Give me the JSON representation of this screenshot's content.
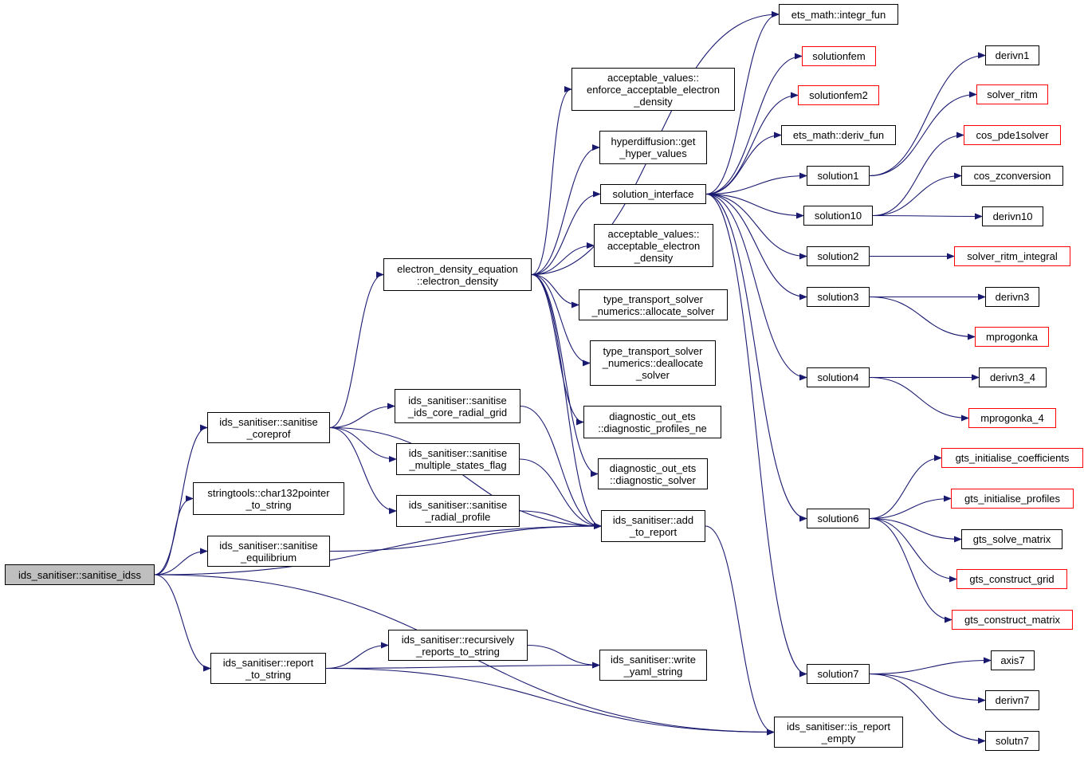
{
  "colors": {
    "edge": "#191970",
    "normal_border": "#000000",
    "incomplete_border": "#ff0000",
    "root_fill": "#bfbfbf"
  },
  "nodes": [
    {
      "id": "sanitise_idss",
      "lines": [
        "ids_sanitiser::sanitise_idss"
      ],
      "style": "root"
    },
    {
      "id": "sanitise_coreprof",
      "lines": [
        "ids_sanitiser::sanitise",
        "_coreprof"
      ],
      "style": "normal"
    },
    {
      "id": "char132pointer",
      "lines": [
        "stringtools::char132pointer",
        "_to_string"
      ],
      "style": "normal"
    },
    {
      "id": "sanitise_equilibrium",
      "lines": [
        "ids_sanitiser::sanitise",
        "_equilibrium"
      ],
      "style": "normal"
    },
    {
      "id": "report_to_string",
      "lines": [
        "ids_sanitiser::report",
        "_to_string"
      ],
      "style": "normal"
    },
    {
      "id": "electron_density",
      "lines": [
        "electron_density_equation",
        "::electron_density"
      ],
      "style": "normal"
    },
    {
      "id": "core_radial_grid",
      "lines": [
        "ids_sanitiser::sanitise",
        "_ids_core_radial_grid"
      ],
      "style": "normal"
    },
    {
      "id": "multiple_states",
      "lines": [
        "ids_sanitiser::sanitise",
        "_multiple_states_flag"
      ],
      "style": "normal"
    },
    {
      "id": "radial_profile",
      "lines": [
        "ids_sanitiser::sanitise",
        "_radial_profile"
      ],
      "style": "normal"
    },
    {
      "id": "recursively",
      "lines": [
        "ids_sanitiser::recursively",
        "_reports_to_string"
      ],
      "style": "normal"
    },
    {
      "id": "enforce_acceptable",
      "lines": [
        "acceptable_values::",
        "enforce_acceptable_electron",
        "_density"
      ],
      "style": "normal"
    },
    {
      "id": "hyper_values",
      "lines": [
        "hyperdiffusion::get",
        "_hyper_values"
      ],
      "style": "normal"
    },
    {
      "id": "solution_interface",
      "lines": [
        "solution_interface"
      ],
      "style": "normal"
    },
    {
      "id": "acceptable_electron",
      "lines": [
        "acceptable_values::",
        "acceptable_electron",
        "_density"
      ],
      "style": "normal"
    },
    {
      "id": "allocate_solver",
      "lines": [
        "type_transport_solver",
        "_numerics::allocate_solver"
      ],
      "style": "normal"
    },
    {
      "id": "deallocate_solver",
      "lines": [
        "type_transport_solver",
        "_numerics::deallocate",
        "_solver"
      ],
      "style": "normal"
    },
    {
      "id": "diag_profiles_ne",
      "lines": [
        "diagnostic_out_ets",
        "::diagnostic_profiles_ne"
      ],
      "style": "normal"
    },
    {
      "id": "diag_solver",
      "lines": [
        "diagnostic_out_ets",
        "::diagnostic_solver"
      ],
      "style": "normal"
    },
    {
      "id": "add_to_report",
      "lines": [
        "ids_sanitiser::add",
        "_to_report"
      ],
      "style": "normal"
    },
    {
      "id": "write_yaml",
      "lines": [
        "ids_sanitiser::write",
        "_yaml_string"
      ],
      "style": "normal"
    },
    {
      "id": "integr_fun",
      "lines": [
        "ets_math::integr_fun"
      ],
      "style": "normal"
    },
    {
      "id": "solutionfem",
      "lines": [
        "solutionfem"
      ],
      "style": "incomplete"
    },
    {
      "id": "solutionfem2",
      "lines": [
        "solutionfem2"
      ],
      "style": "incomplete"
    },
    {
      "id": "deriv_fun",
      "lines": [
        "ets_math::deriv_fun"
      ],
      "style": "normal"
    },
    {
      "id": "solution1",
      "lines": [
        "solution1"
      ],
      "style": "normal"
    },
    {
      "id": "solution10",
      "lines": [
        "solution10"
      ],
      "style": "normal"
    },
    {
      "id": "solution2",
      "lines": [
        "solution2"
      ],
      "style": "normal"
    },
    {
      "id": "solution3",
      "lines": [
        "solution3"
      ],
      "style": "normal"
    },
    {
      "id": "solution4",
      "lines": [
        "solution4"
      ],
      "style": "normal"
    },
    {
      "id": "solution6",
      "lines": [
        "solution6"
      ],
      "style": "normal"
    },
    {
      "id": "solution7",
      "lines": [
        "solution7"
      ],
      "style": "normal"
    },
    {
      "id": "is_report_empty",
      "lines": [
        "ids_sanitiser::is_report",
        "_empty"
      ],
      "style": "normal"
    },
    {
      "id": "derivn1",
      "lines": [
        "derivn1"
      ],
      "style": "normal"
    },
    {
      "id": "solver_ritm",
      "lines": [
        "solver_ritm"
      ],
      "style": "incomplete"
    },
    {
      "id": "cos_pde1solver",
      "lines": [
        "cos_pde1solver"
      ],
      "style": "incomplete"
    },
    {
      "id": "cos_zconversion",
      "lines": [
        "cos_zconversion"
      ],
      "style": "normal"
    },
    {
      "id": "derivn10",
      "lines": [
        "derivn10"
      ],
      "style": "normal"
    },
    {
      "id": "solver_ritm_integral",
      "lines": [
        "solver_ritm_integral"
      ],
      "style": "incomplete"
    },
    {
      "id": "derivn3",
      "lines": [
        "derivn3"
      ],
      "style": "normal"
    },
    {
      "id": "mprogonka",
      "lines": [
        "mprogonka"
      ],
      "style": "incomplete"
    },
    {
      "id": "derivn3_4",
      "lines": [
        "derivn3_4"
      ],
      "style": "normal"
    },
    {
      "id": "mprogonka_4",
      "lines": [
        "mprogonka_4"
      ],
      "style": "incomplete"
    },
    {
      "id": "gts_init_coeff",
      "lines": [
        "gts_initialise_coefficients"
      ],
      "style": "incomplete"
    },
    {
      "id": "gts_init_profiles",
      "lines": [
        "gts_initialise_profiles"
      ],
      "style": "incomplete"
    },
    {
      "id": "gts_solve_matrix",
      "lines": [
        "gts_solve_matrix"
      ],
      "style": "normal"
    },
    {
      "id": "gts_construct_grid",
      "lines": [
        "gts_construct_grid"
      ],
      "style": "incomplete"
    },
    {
      "id": "gts_construct_matrix",
      "lines": [
        "gts_construct_matrix"
      ],
      "style": "incomplete"
    },
    {
      "id": "axis7",
      "lines": [
        "axis7"
      ],
      "style": "normal"
    },
    {
      "id": "derivn7",
      "lines": [
        "derivn7"
      ],
      "style": "normal"
    },
    {
      "id": "solutn7",
      "lines": [
        "solutn7"
      ],
      "style": "normal"
    }
  ],
  "edges": [
    [
      "sanitise_idss",
      "sanitise_coreprof"
    ],
    [
      "sanitise_idss",
      "char132pointer"
    ],
    [
      "sanitise_idss",
      "sanitise_equilibrium"
    ],
    [
      "sanitise_idss",
      "add_to_report"
    ],
    [
      "sanitise_idss",
      "report_to_string"
    ],
    [
      "sanitise_idss",
      "is_report_empty"
    ],
    [
      "sanitise_coreprof",
      "electron_density"
    ],
    [
      "sanitise_coreprof",
      "core_radial_grid"
    ],
    [
      "sanitise_coreprof",
      "multiple_states"
    ],
    [
      "sanitise_coreprof",
      "radial_profile"
    ],
    [
      "sanitise_coreprof",
      "add_to_report"
    ],
    [
      "sanitise_equilibrium",
      "add_to_report"
    ],
    [
      "core_radial_grid",
      "add_to_report"
    ],
    [
      "multiple_states",
      "add_to_report"
    ],
    [
      "radial_profile",
      "add_to_report"
    ],
    [
      "report_to_string",
      "recursively"
    ],
    [
      "report_to_string",
      "write_yaml"
    ],
    [
      "report_to_string",
      "is_report_empty"
    ],
    [
      "recursively",
      "write_yaml"
    ],
    [
      "add_to_report",
      "is_report_empty"
    ],
    [
      "electron_density",
      "integr_fun"
    ],
    [
      "electron_density",
      "enforce_acceptable"
    ],
    [
      "electron_density",
      "hyper_values"
    ],
    [
      "electron_density",
      "solution_interface"
    ],
    [
      "electron_density",
      "acceptable_electron"
    ],
    [
      "electron_density",
      "allocate_solver"
    ],
    [
      "electron_density",
      "deallocate_solver"
    ],
    [
      "electron_density",
      "diag_profiles_ne"
    ],
    [
      "electron_density",
      "diag_solver"
    ],
    [
      "electron_density",
      "add_to_report"
    ],
    [
      "solution_interface",
      "integr_fun"
    ],
    [
      "solution_interface",
      "solutionfem"
    ],
    [
      "solution_interface",
      "solutionfem2"
    ],
    [
      "solution_interface",
      "deriv_fun"
    ],
    [
      "solution_interface",
      "solution1"
    ],
    [
      "solution_interface",
      "solution10"
    ],
    [
      "solution_interface",
      "solution2"
    ],
    [
      "solution_interface",
      "solution3"
    ],
    [
      "solution_interface",
      "solution4"
    ],
    [
      "solution_interface",
      "solution6"
    ],
    [
      "solution_interface",
      "solution7"
    ],
    [
      "solution1",
      "derivn1"
    ],
    [
      "solution1",
      "solver_ritm"
    ],
    [
      "solution10",
      "cos_pde1solver"
    ],
    [
      "solution10",
      "cos_zconversion"
    ],
    [
      "solution10",
      "derivn10"
    ],
    [
      "solution2",
      "solver_ritm_integral"
    ],
    [
      "solution3",
      "derivn3"
    ],
    [
      "solution3",
      "mprogonka"
    ],
    [
      "solution4",
      "derivn3_4"
    ],
    [
      "solution4",
      "mprogonka_4"
    ],
    [
      "solution6",
      "gts_init_coeff"
    ],
    [
      "solution6",
      "gts_init_profiles"
    ],
    [
      "solution6",
      "gts_solve_matrix"
    ],
    [
      "solution6",
      "gts_construct_grid"
    ],
    [
      "solution6",
      "gts_construct_matrix"
    ],
    [
      "solution7",
      "axis7"
    ],
    [
      "solution7",
      "derivn7"
    ],
    [
      "solution7",
      "solutn7"
    ]
  ]
}
